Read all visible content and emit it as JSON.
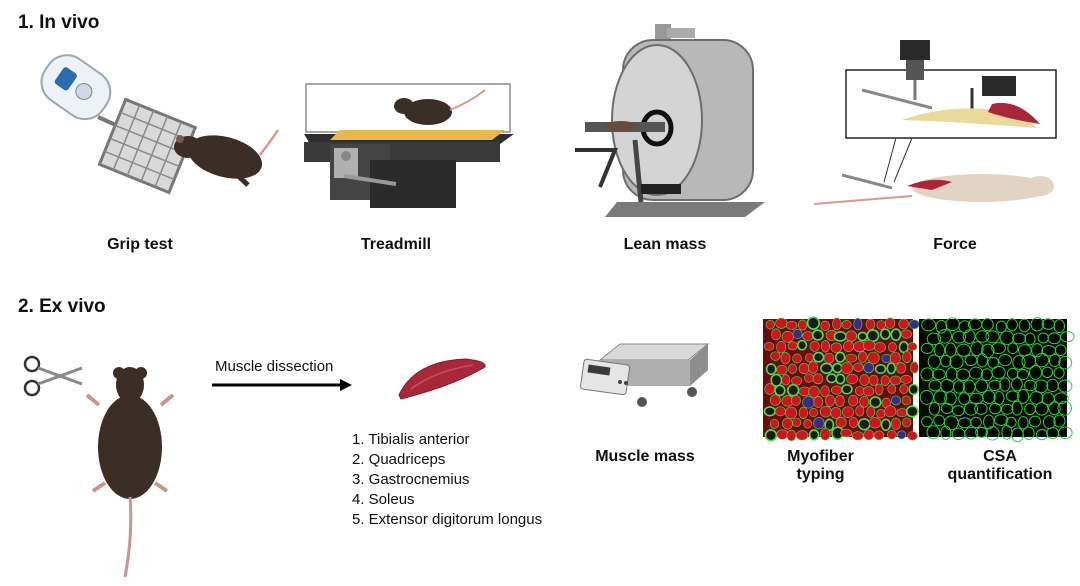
{
  "sections": {
    "in_vivo": {
      "title": "1. In vivo"
    },
    "ex_vivo": {
      "title": "2. Ex vivo"
    }
  },
  "in_vivo_panels": [
    {
      "caption": "Grip test"
    },
    {
      "caption": "Treadmill"
    },
    {
      "caption": "Lean mass"
    },
    {
      "caption": "Force"
    }
  ],
  "ex_vivo": {
    "arrow_label": "Muscle dissection",
    "muscles": [
      "1. Tibialis anterior",
      "2. Quadriceps",
      "3. Gastrocnemius",
      "4. Soleus",
      "5. Extensor digitorum longus"
    ],
    "muscle_mass_caption": "Muscle mass",
    "myofiber_caption_line1": "Myofiber",
    "myofiber_caption_line2": "typing",
    "csa_caption_line1": "CSA",
    "csa_caption_line2": "quantification"
  },
  "colors": {
    "mouse": "#3b2e27",
    "muscle": "#a8283a",
    "metal": "#9a9a9a",
    "micro_red": "#c0121e",
    "micro_green": "#2ecc40"
  },
  "icons": [
    "grip-meter-icon",
    "treadmill-icon",
    "mri-scanner-icon",
    "force-rig-icon",
    "scissors-icon",
    "mouse-icon",
    "muscle-icon",
    "scale-icon"
  ]
}
